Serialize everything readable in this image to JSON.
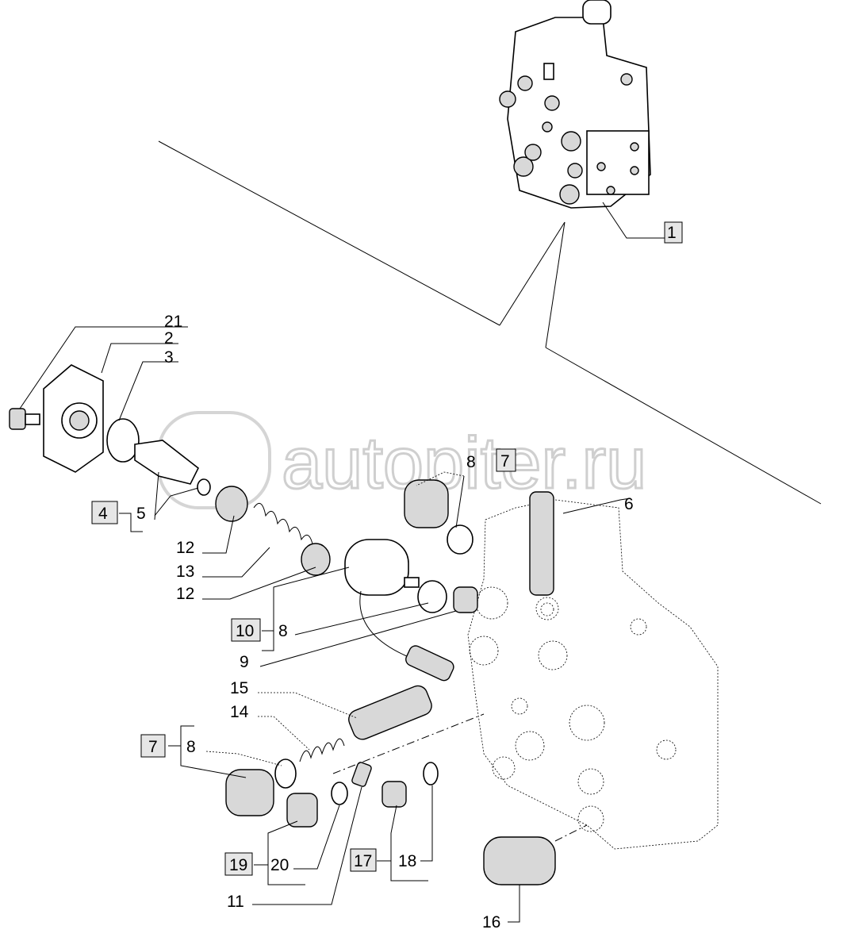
{
  "watermark": "autopiter.ru",
  "callouts": {
    "c1": "1",
    "c21": "21",
    "c2": "2",
    "c3": "3",
    "c4": "4",
    "c5": "5",
    "c12a": "12",
    "c13": "13",
    "c12b": "12",
    "c8a": "8",
    "c7a": "7",
    "c6": "6",
    "c10": "10",
    "c8b": "8",
    "c9": "9",
    "c15": "15",
    "c14": "14",
    "c7b": "7",
    "c8c": "8",
    "c19": "19",
    "c20": "20",
    "c17": "17",
    "c18": "18",
    "c11": "11",
    "c16": "16"
  }
}
